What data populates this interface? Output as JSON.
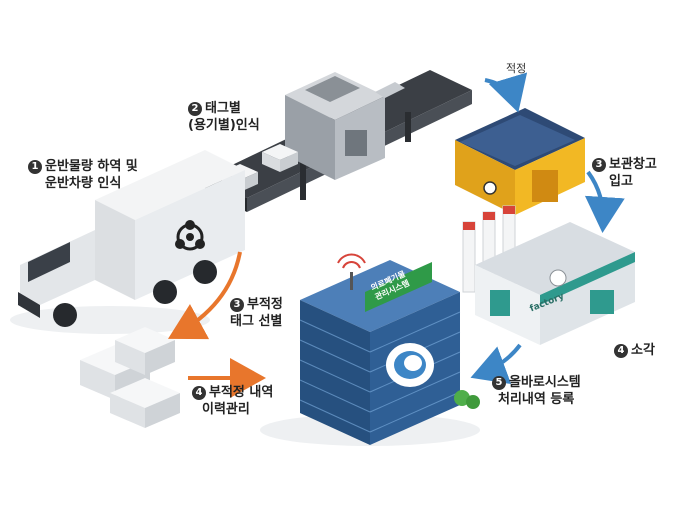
{
  "steps": {
    "s1": {
      "num": "1",
      "line1": "운반물량 하역 및",
      "line2": "운반차량 인식"
    },
    "s2": {
      "num": "2",
      "line1": "태그별",
      "line2": "(용기별)인식"
    },
    "s3a": {
      "num": "3",
      "line1": "보관창고",
      "line2": "입고"
    },
    "s3b": {
      "num": "3",
      "line1": "부적정",
      "line2": "태그 선별"
    },
    "s4a": {
      "num": "4",
      "line1": "소각"
    },
    "s4b": {
      "num": "4",
      "line1": "부적정 내역",
      "line2": "이력관리"
    },
    "s5": {
      "num": "5",
      "line1": "올바로시스템",
      "line2": "처리내역 등록"
    }
  },
  "arrow_label_proper": "적정",
  "building_sign": {
    "line1": "의료폐기물",
    "line2": "관리시스템"
  },
  "factory_sign": "factory",
  "colors": {
    "arrow_orange": "#e8762c",
    "arrow_blue": "#3d86c6",
    "truck": "#e9ecef",
    "warehouse": "#f2b824",
    "tower": "#2f5f95"
  }
}
